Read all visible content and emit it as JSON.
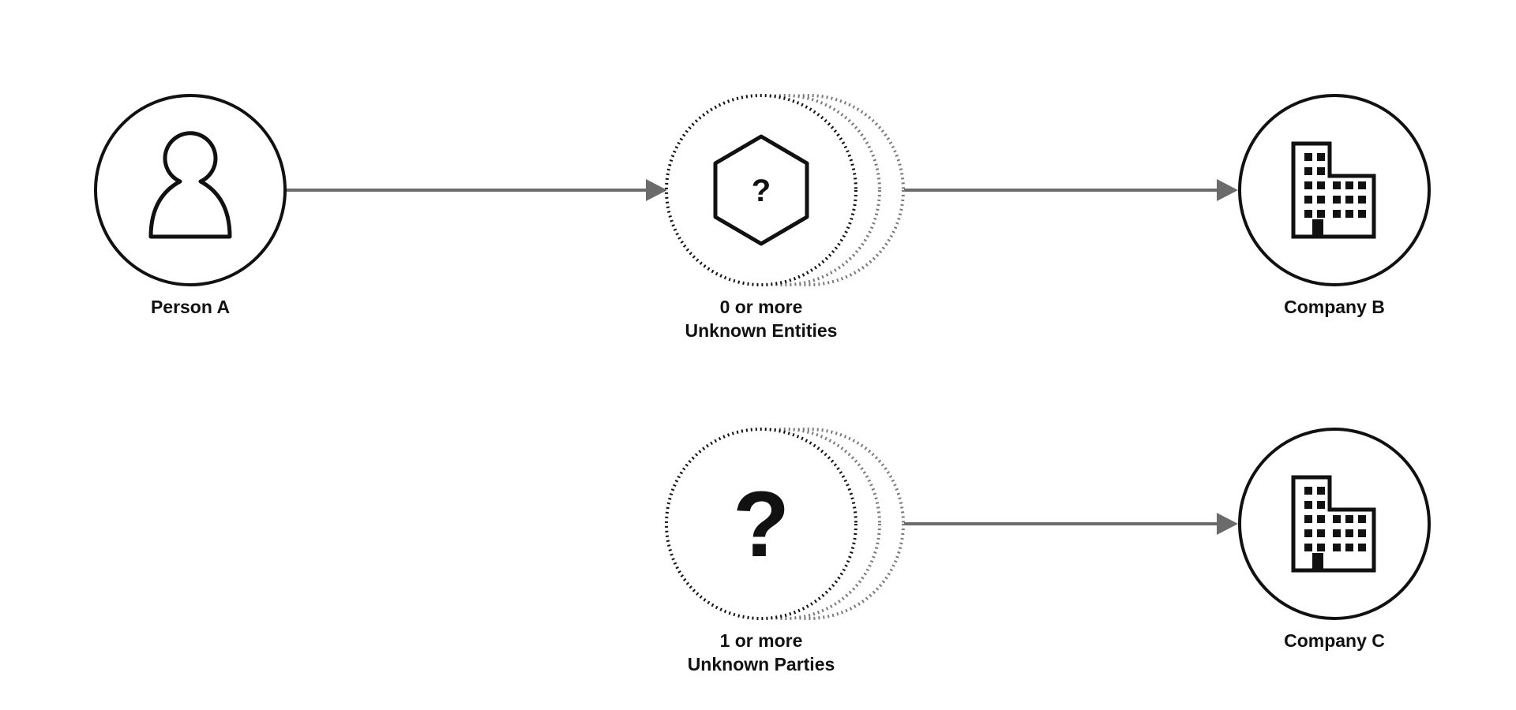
{
  "colors": {
    "stroke": "#111111",
    "connector": "#6b6b6b",
    "ghost_ring": "#7a7a7a",
    "background": "#ffffff"
  },
  "nodes": {
    "person_a": {
      "label": "Person A",
      "icon": "person-icon"
    },
    "unknown_entities": {
      "label_line1": "0 or more",
      "label_line2": "Unknown Entities",
      "icon": "hexagon-question-icon",
      "glyph": "?"
    },
    "company_b": {
      "label": "Company B",
      "icon": "building-icon"
    },
    "unknown_parties": {
      "label_line1": "1 or more",
      "label_line2": "Unknown Parties",
      "icon": "question-mark-icon",
      "glyph": "?"
    },
    "company_c": {
      "label": "Company C",
      "icon": "building-icon"
    }
  },
  "edges": [
    {
      "from": "Person A",
      "to": "Unknown Entities"
    },
    {
      "from": "Unknown Entities",
      "to": "Company B"
    },
    {
      "from": "Unknown Parties",
      "to": "Company C"
    }
  ]
}
